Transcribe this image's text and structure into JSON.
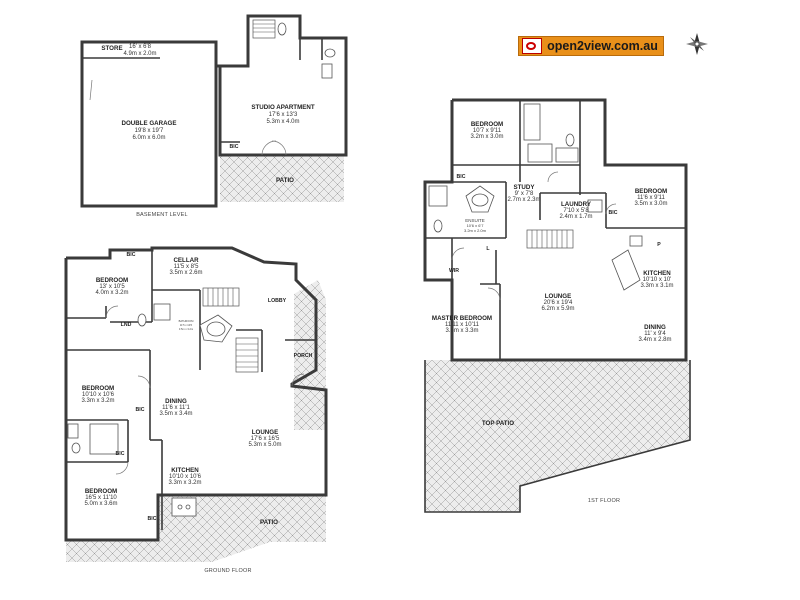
{
  "brand": {
    "logo_text": "open2view.com.au",
    "logo_icon": "open2view-badge-icon",
    "accent": "#e9901a"
  },
  "compass_icon": "compass-rose-icon",
  "levels": {
    "basement": "BASEMENT LEVEL",
    "ground": "GROUND FLOOR",
    "first": "1ST FLOOR"
  },
  "rooms": {
    "store": {
      "name": "STORE",
      "dim": "16' x 6'8",
      "metric": "4.9m x 2.0m"
    },
    "garage": {
      "name": "DOUBLE GARAGE",
      "dim": "19'8 x 19'7",
      "metric": "6.0m x 6.0m"
    },
    "studio": {
      "name": "STUDIO APARTMENT",
      "dim": "17'6 x 13'3",
      "metric": "5.3m x 4.0m"
    },
    "studio_bic": "BIC",
    "basement_patio": "PATIO",
    "g_bic_top": "BIC",
    "cellar": {
      "name": "CELLAR",
      "dim": "11'5 x 8'5",
      "metric": "3.5m x 2.6m"
    },
    "g_bed1": {
      "name": "BEDROOM",
      "dim": "13' x 10'5",
      "metric": "4.0m x 3.2m"
    },
    "lobby": "LOBBY",
    "lnd": "LND",
    "g_bath": {
      "name": "BATHROOM",
      "dim": "11'5 x 10'6",
      "metric": "3.5m x 3.2m"
    },
    "porch": "PORCH",
    "g_bed2": {
      "name": "BEDROOM",
      "dim": "10'10 x 10'6",
      "metric": "3.3m x 3.2m"
    },
    "g_bic2": "BIC",
    "g_dining": {
      "name": "DINING",
      "dim": "11'6 x 11'1",
      "metric": "3.5m x 3.4m"
    },
    "g_lounge": {
      "name": "LOUNGE",
      "dim": "17'6 x 16'5",
      "metric": "5.3m x 5.0m"
    },
    "g_bic3": "BIC",
    "g_kitchen": {
      "name": "KITCHEN",
      "dim": "10'10 x 10'6",
      "metric": "3.3m x 3.2m"
    },
    "g_bed3": {
      "name": "BEDROOM",
      "dim": "16'5 x 11'10",
      "metric": "5.0m x 3.6m"
    },
    "g_bic4": "BIC",
    "g_patio": "PATIO",
    "f_bed1": {
      "name": "BEDROOM",
      "dim": "10'7 x 9'11",
      "metric": "3.2m x 3.0m"
    },
    "f_bic1": "BIC",
    "study": {
      "name": "STUDY",
      "dim": "9' x 7'8",
      "metric": "2.7m x 2.3m"
    },
    "laundry": {
      "name": "LAUNDRY",
      "dim": "7'10 x 5'8",
      "metric": "2.4m x 1.7m"
    },
    "f_bed2": {
      "name": "BEDROOM",
      "dim": "11'6 x 9'11",
      "metric": "3.5m x 3.0m"
    },
    "f_bic2": "BIC",
    "ensuite": {
      "name": "ENSUITE",
      "dim": "10'6 x 6'7",
      "metric": "3.2m x 2.0m"
    },
    "l_mark": "L",
    "p_mark": "P",
    "wir": "WIR",
    "f_kitchen": {
      "name": "KITCHEN",
      "dim": "10'10 x 10'",
      "metric": "3.3m x 3.1m"
    },
    "f_lounge": {
      "name": "LOUNGE",
      "dim": "20'6 x 19'4",
      "metric": "6.2m x 5.9m"
    },
    "master": {
      "name": "MASTER BEDROOM",
      "dim": "11'11 x 10'11",
      "metric": "3.6m x 3.3m"
    },
    "f_dining": {
      "name": "DINING",
      "dim": "11' x 9'4",
      "metric": "3.4m x 2.8m"
    },
    "top_patio": "TOP PATIO"
  }
}
